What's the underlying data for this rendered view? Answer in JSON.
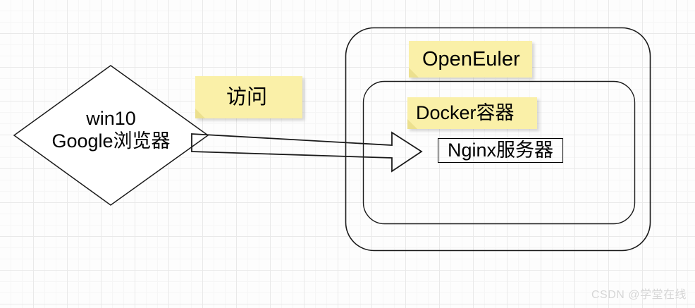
{
  "diagram": {
    "title": "OpenEuler Docker Nginx access diagram",
    "background": {
      "grid_minor_color": "#f6f6f6",
      "grid_major_color": "#e9e9e9",
      "page_color": "#fdfdfd"
    },
    "client_node": {
      "shape": "diamond",
      "line1": "win10",
      "line2": "Google浏览器",
      "stroke": "#1a1a1a",
      "fill": "#ffffff"
    },
    "connector": {
      "type": "block-arrow",
      "direction": "right",
      "stroke": "#1a1a1a",
      "label": "访问"
    },
    "notes": [
      {
        "id": "visit",
        "label": "访问",
        "color": "#faf0a8",
        "fold_color": "#ece08e"
      },
      {
        "id": "openeuler",
        "label": "OpenEuler",
        "color": "#faf0a8",
        "fold_color": "#ece08e"
      },
      {
        "id": "docker",
        "label": "Docker容器",
        "color": "#faf0a8",
        "fold_color": "#ece08e"
      }
    ],
    "host_container": {
      "label_ref": "OpenEuler",
      "shape": "rounded-rectangle",
      "stroke": "#1a1a1a"
    },
    "docker_container": {
      "label_ref": "Docker容器",
      "shape": "rounded-rectangle",
      "stroke": "#1a1a1a"
    },
    "server_node": {
      "label": "Nginx服务器",
      "shape": "rectangle",
      "stroke": "#000000"
    }
  },
  "watermark": {
    "text": "CSDN @学堂在线",
    "color": "#d6d6d6"
  }
}
